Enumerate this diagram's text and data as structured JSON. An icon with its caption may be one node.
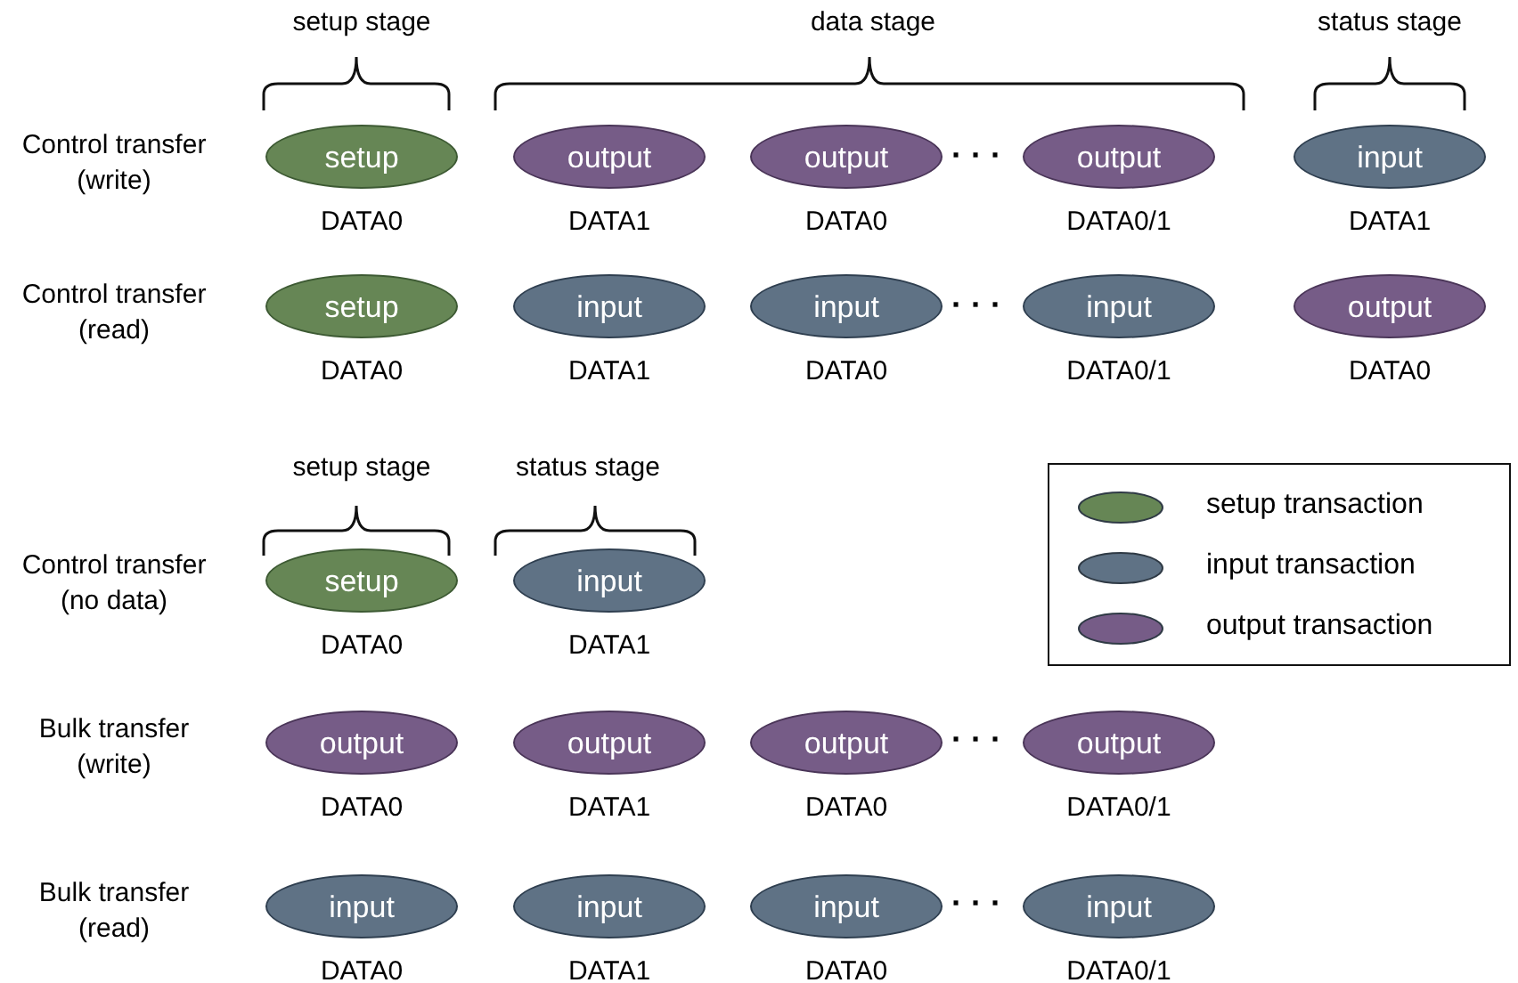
{
  "diagram": {
    "nodes": [
      {
        "text": [
          "setup"
        ],
        "beside": [
          "DATA0"
        ]
      },
      {
        "text": [
          "output"
        ],
        "beside": [
          "DATA1"
        ]
      },
      {
        "text": [
          "output"
        ],
        "beside": [
          "DATA0"
        ]
      },
      {
        "text": [
          "output"
        ],
        "beside": [
          "DATA0/1"
        ]
      },
      {
        "text": [
          "input"
        ],
        "beside": [
          "DATA1"
        ]
      },
      {
        "text": [
          "setup"
        ],
        "beside": [
          "DATA0"
        ]
      },
      {
        "text": [
          "input"
        ],
        "beside": [
          "DATA1"
        ]
      },
      {
        "text": [
          "input"
        ],
        "beside": [
          "DATA0"
        ]
      },
      {
        "text": [
          "input"
        ],
        "beside": [
          "DATA0/1"
        ]
      },
      {
        "text": [
          "output"
        ],
        "beside": [
          "DATA0"
        ]
      },
      {
        "text": [
          "setup"
        ],
        "beside": [
          "DATA0"
        ]
      },
      {
        "text": [
          "input"
        ],
        "beside": [
          "DATA1"
        ]
      },
      {
        "text": [
          "output"
        ],
        "beside": [
          "DATA0"
        ]
      },
      {
        "text": [
          "output"
        ],
        "beside": [
          "DATA1"
        ]
      },
      {
        "text": [
          "output"
        ],
        "beside": [
          "DATA0"
        ]
      },
      {
        "text": [
          "output"
        ],
        "beside": [
          "DATA0/1"
        ]
      },
      {
        "text": [
          "input"
        ],
        "beside": [
          "DATA0"
        ]
      },
      {
        "text": [
          "input"
        ],
        "beside": [
          "DATA1"
        ]
      },
      {
        "text": [
          "input"
        ],
        "beside": [
          "DATA0"
        ]
      },
      {
        "text": [
          "input"
        ],
        "beside": [
          "DATA0/1"
        ]
      }
    ],
    "labels": [
      "setup stage",
      "data stage",
      "status stage",
      "Control transfer (write)",
      "· · ·",
      "Control transfer (read)",
      "· · ·",
      "setup stage",
      "status stage",
      "Control transfer (no data)",
      "Bulk transfer (write)",
      "· · ·",
      "Bulk transfer (read)",
      "· · ·"
    ],
    "legend": [
      {
        "text": "setup transaction",
        "color": "#668655"
      },
      {
        "text": "input transaction",
        "color": "#5f7285"
      },
      {
        "text": "output transaction",
        "color": "#765c87"
      }
    ]
  }
}
